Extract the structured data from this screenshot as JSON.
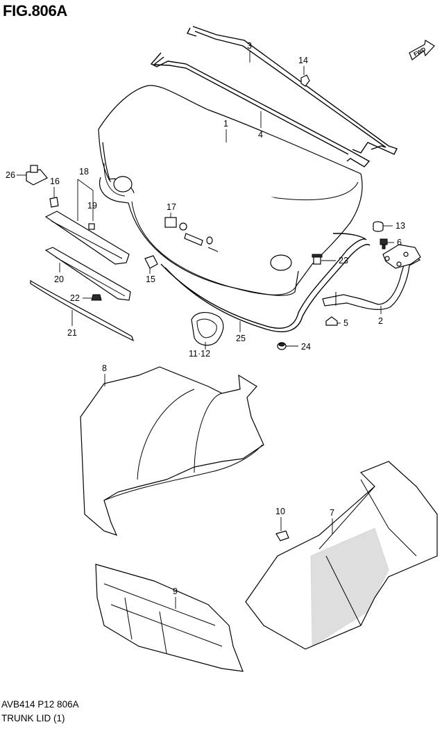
{
  "figure": {
    "title": "FIG.806A",
    "code": "AVB414 P12 806A",
    "caption": "TRUNK LID (1)",
    "direction_badge": "FWD"
  },
  "callouts": [
    "1",
    "2",
    "3",
    "4",
    "5",
    "6",
    "7",
    "8",
    "9",
    "10",
    "11·12",
    "13",
    "14",
    "15",
    "16",
    "17",
    "18",
    "19",
    "20",
    "21",
    "22",
    "23",
    "24",
    "25",
    "26"
  ]
}
